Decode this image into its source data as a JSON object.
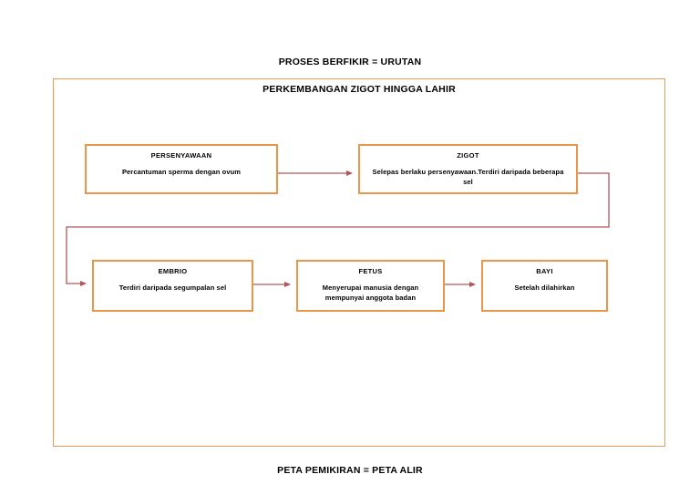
{
  "document": {
    "caption_top": "PROSES BERFIKIR = URUTAN",
    "caption_bottom": "PETA PEMIKIRAN = PETA ALIR",
    "frame_title": "PERKEMBANGAN ZIGOT HINGGA LAHIR"
  },
  "colors": {
    "node_border": "#E8974A",
    "frame_border": "#E79A4F",
    "connector": "#B15757",
    "background": "#FFFFFF",
    "text": "#000000"
  },
  "flowchart": {
    "type": "flowchart",
    "orientation": "horizontal-serpentine",
    "nodes": [
      {
        "id": "persenyawaan",
        "title": "PERSENYAWAAN",
        "body": "Percantuman sperma dengan ovum",
        "row": 1,
        "order": 1
      },
      {
        "id": "zigot",
        "title": "ZIGOT",
        "body": "Selepas berlaku persenyawaan.Terdiri daripada beberapa sel",
        "row": 1,
        "order": 2
      },
      {
        "id": "embrio",
        "title": "EMBRIO",
        "body": "Terdiri daripada segumpalan sel",
        "row": 2,
        "order": 3
      },
      {
        "id": "fetus",
        "title": "FETUS",
        "body": "Menyerupai manusia dengan mempunyai anggota badan",
        "row": 2,
        "order": 4
      },
      {
        "id": "bayi",
        "title": "BAYI",
        "body": "Setelah dilahirkan",
        "row": 2,
        "order": 5
      }
    ],
    "edges": [
      {
        "from": "persenyawaan",
        "to": "zigot",
        "style": "straight-arrow"
      },
      {
        "from": "zigot",
        "to": "embrio",
        "style": "elbow-wrap-arrow"
      },
      {
        "from": "embrio",
        "to": "fetus",
        "style": "straight-arrow"
      },
      {
        "from": "fetus",
        "to": "bayi",
        "style": "straight-arrow"
      }
    ]
  }
}
